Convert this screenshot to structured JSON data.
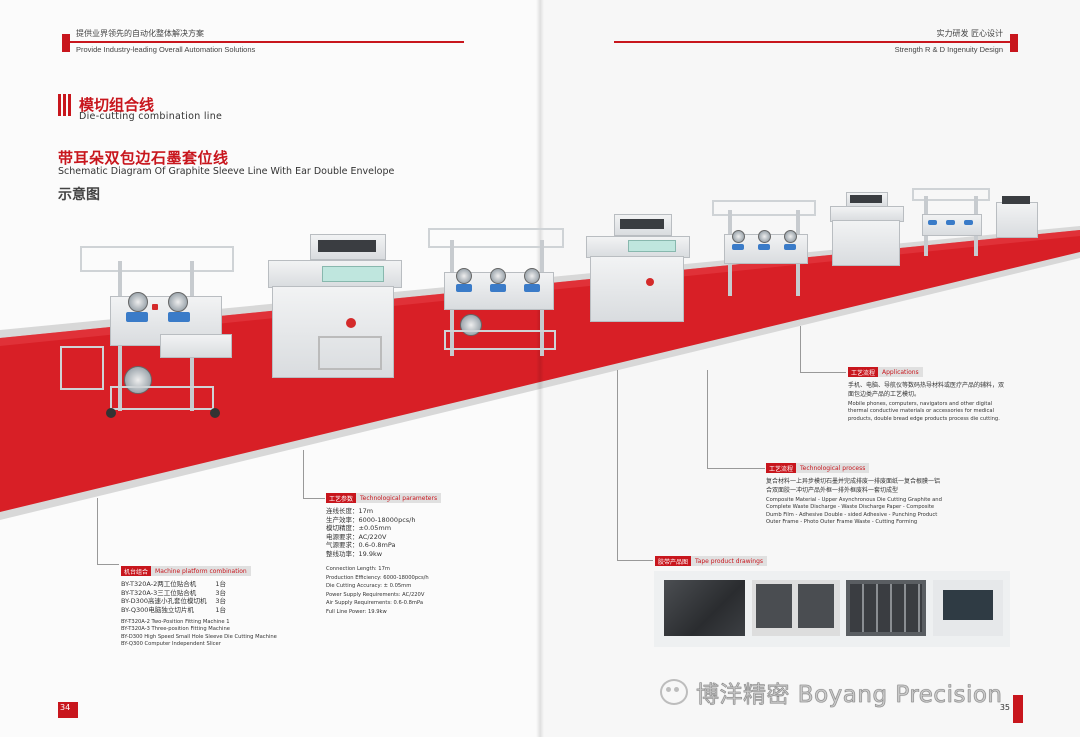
{
  "header_left": {
    "cn": "提供业界领先的自动化整体解决方案",
    "en": "Provide Industry-leading Overall Automation Solutions"
  },
  "header_right": {
    "cn": "实力研发 匠心设计",
    "en": "Strength R & D Ingenuity Design"
  },
  "section": {
    "cn": "模切组合线",
    "en": "Die-cutting combination line"
  },
  "title": {
    "cn": "带耳朵双包边石墨套位线",
    "en": "Schematic Diagram Of Graphite Sleeve Line With Ear Double Envelope",
    "diagram_label": "示意图"
  },
  "machine_combination": {
    "tag_cn": "机台组合",
    "tag_en": "Machine platform combination",
    "rows": [
      {
        "name": "BY-T320A-2两工位贴合机",
        "qty": "1台"
      },
      {
        "name": "BY-T320A-3三工位贴合机",
        "qty": "3台"
      },
      {
        "name": "BY-D300高速小孔套位模切机",
        "qty": "3台"
      },
      {
        "name": "BY-Q300电脑独立切片机",
        "qty": "1台"
      }
    ],
    "en_lines": [
      "BY-T320A-2 Two-Position Fitting Machine 1",
      "BY-T320A-3 Three-position Fitting Machine",
      "BY-D300 High Speed Small Hole Sleeve Die Cutting Machine",
      "BY-Q300 Computer Independent Slicer"
    ]
  },
  "tech_params": {
    "tag_cn": "工艺参数",
    "tag_en": "Technological parameters",
    "cn_lines": [
      "连线长度：17m",
      "生产效率：6000-18000pcs/h",
      "模切精度：±0.05mm",
      "电源要求：AC/220V",
      "气源要求：0.6-0.8mPa",
      "整线功率：19.9kw"
    ],
    "en_lines": [
      "Connection Length: 17m",
      "Production Efficiency: 6000-18000pcs/h",
      "Die Cutting Accuracy: ± 0.05mm",
      "Power Supply Requirements: AC/220V",
      "Air Supply Requirements: 0.6-0.8mPa",
      "Full Line Power: 19.9kw"
    ]
  },
  "tech_process": {
    "tag_cn": "工艺流程",
    "tag_en": "Technological process",
    "cn_text": "复合材料一上异步模切石墨并完成排废一排废面纸一复合根膜一铝合双面胶一冲切产品外框一排外框废料一套切成型",
    "en_text": "Composite Material - Upper Asynchronous Die Cutting Graphite and Complete Waste Discharge - Waste Discharge Paper - Composite Dumb Film - Adhesive Double - sided Adhesive - Punching Product Outer Frame - Photo Outer Frame Waste - Cutting Forming"
  },
  "applications": {
    "tag_cn": "工艺流程",
    "tag_en": "Applications",
    "cn_text": "手机、电脑、导航仪等数码热导材料或医疗产品的辅料，双面包边类产品的工艺模切。",
    "en_text": "Mobile phones, computers, navigators and other digital thermal conductive materials or accessories for medical products, double bread edge products process die cutting."
  },
  "tape_drawings": {
    "tag_cn": "胶带产品图",
    "tag_en": "Tape product drawings"
  },
  "watermark": "博洋精密 Boyang Precision",
  "page_numbers": {
    "left": "34",
    "right": "35"
  },
  "colors": {
    "brand_red": "#c8161d",
    "belt_red": "#d81f26"
  }
}
